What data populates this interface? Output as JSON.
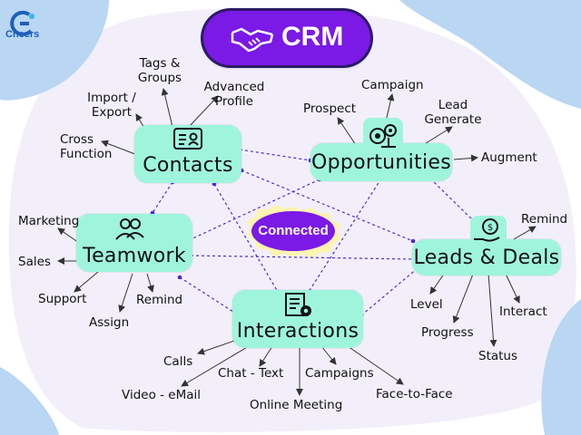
{
  "brand": {
    "name": "Cheers"
  },
  "title": "CRM",
  "center_badge": "Connected",
  "colors": {
    "node_fill": "#9ff5dc",
    "title_fill": "#7b19e6",
    "connector": "#4a2bd6",
    "backdrop": "#f2effb",
    "blob": "#b9d6f3"
  },
  "nodes": {
    "contacts": {
      "label": "Contacts",
      "items": {
        "cross_function": "Cross\nFunction",
        "import_export": "Import /\nExport",
        "tags_groups": "Tags &\nGroups",
        "advanced_profile": "Advanced\nProfile"
      }
    },
    "opportunities": {
      "label": "Opportunities",
      "items": {
        "prospect": "Prospect",
        "campaign": "Campaign",
        "lead_generate": "Lead\nGenerate",
        "augment": "Augment"
      }
    },
    "teamwork": {
      "label": "Teamwork",
      "items": {
        "marketing": "Marketing",
        "sales": "Sales",
        "support": "Support",
        "assign": "Assign",
        "remind": "Remind"
      }
    },
    "leads_deals": {
      "label": "Leads & Deals",
      "items": {
        "remind": "Remind",
        "level": "Level",
        "progress": "Progress",
        "status": "Status",
        "interact": "Interact"
      }
    },
    "interactions": {
      "label": "Interactions",
      "items": {
        "calls": "Calls",
        "video_email": "Video - eMail",
        "chat_text": "Chat - Text",
        "online_meeting": "Online Meeting",
        "campaigns": "Campaigns",
        "face_to_face": "Face-to-Face"
      }
    }
  }
}
